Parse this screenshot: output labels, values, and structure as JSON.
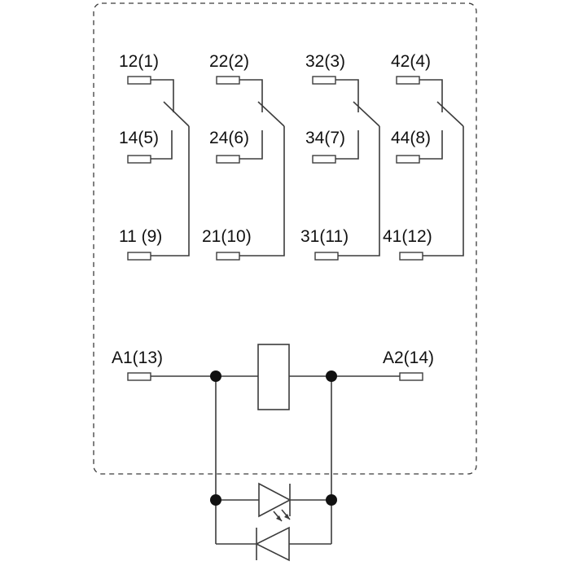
{
  "contacts": [
    {
      "nc_label": "12(1)",
      "no_label": "14(5)",
      "com_label": "11 (9)"
    },
    {
      "nc_label": "22(2)",
      "no_label": "24(6)",
      "com_label": "21(10)"
    },
    {
      "nc_label": "32(3)",
      "no_label": "34(7)",
      "com_label": "31(11)"
    },
    {
      "nc_label": "42(4)",
      "no_label": "44(8)",
      "com_label": "41(12)"
    }
  ],
  "coil": {
    "left_label": "A1(13)",
    "right_label": "A2(14)"
  },
  "components": {
    "led": "light-emitting-diode",
    "diode": "freewheeling-diode"
  }
}
